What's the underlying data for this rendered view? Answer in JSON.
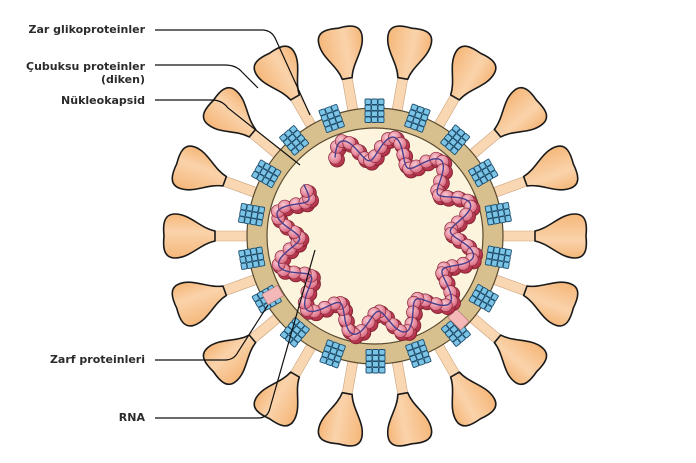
{
  "title": "Coronavirus structure diagram",
  "labels": {
    "membrane_glycoproteins": "Zar glikoproteinler",
    "spike_line1": "Çubuksu proteinler",
    "spike_line2": "(diken)",
    "nucleocapsid": "Nükleokapsid",
    "envelope_proteins": "Zarf proteinleri",
    "rna": "RNA"
  },
  "colors": {
    "spike_fill": "#f7c28c",
    "spike_stem": "#f9d7b3",
    "envelope": "#d8c08e",
    "interior": "#fcf4dc",
    "membrane_protein": "#7cc4e6",
    "nucleocapsid_dark": "#c8475a",
    "nucleocapsid_light": "#f3b3c0",
    "rna_strand": "#4a3f8c",
    "envelope_protein": "#f4b8b8"
  },
  "structure": {
    "spike_count": 18,
    "membrane_protein_count": 18,
    "envelope_protein_count": 2
  }
}
